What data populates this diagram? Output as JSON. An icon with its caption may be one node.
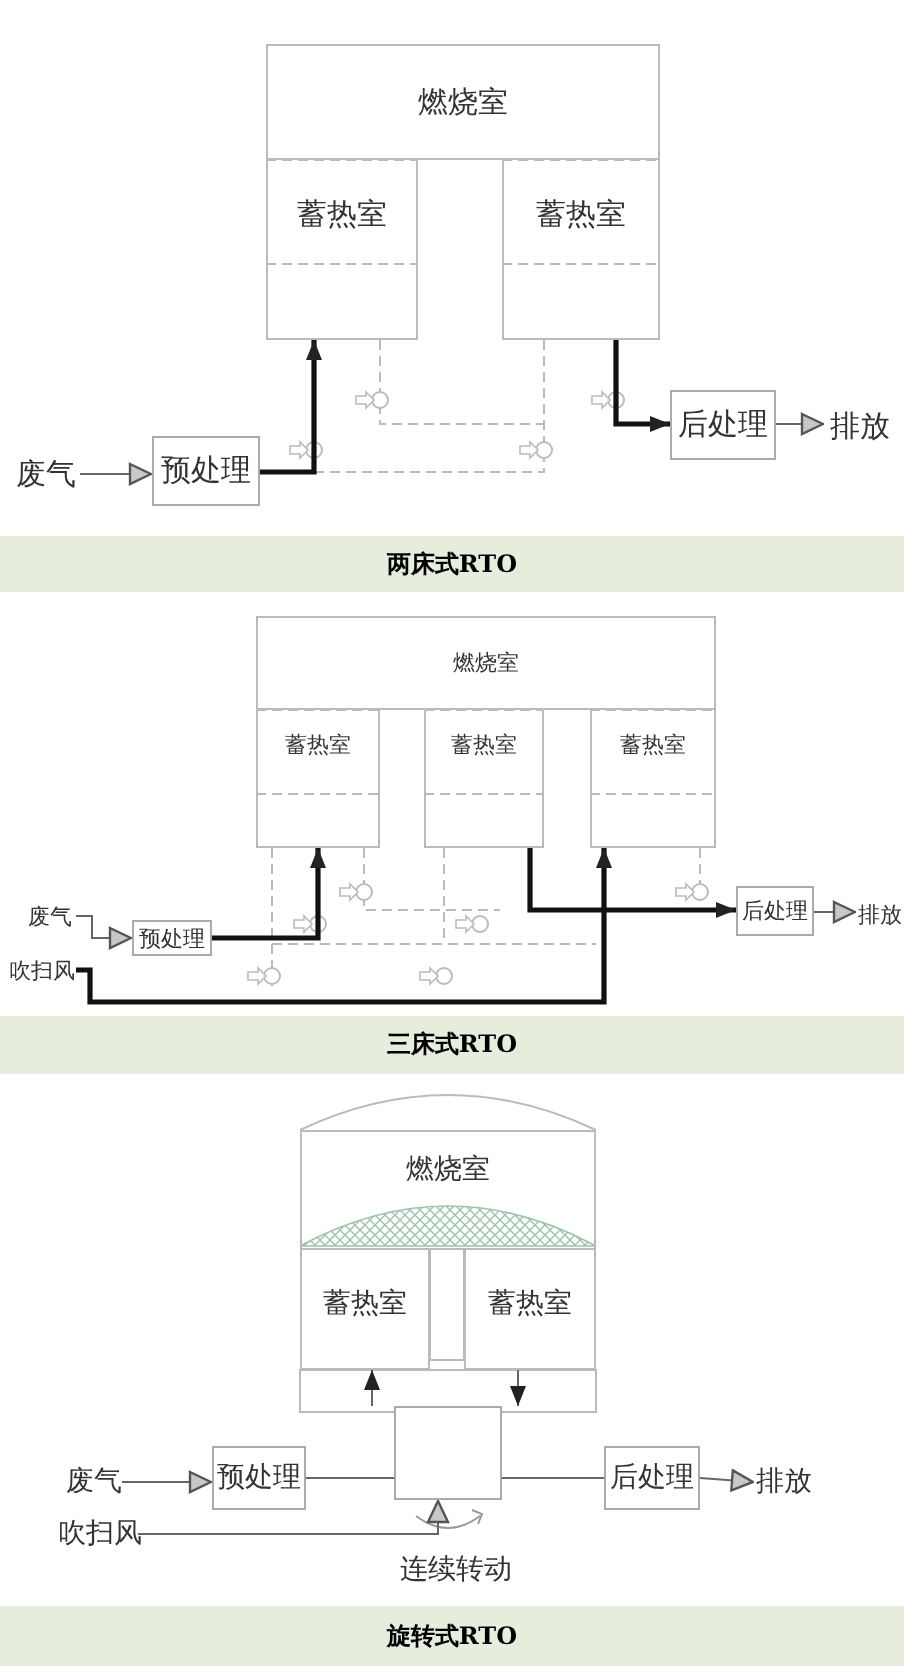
{
  "diagram": {
    "nodes": [
      {
        "text": [
          "燃烧室"
        ]
      },
      {
        "text": [
          "蓄热室"
        ]
      },
      {
        "text": [
          "蓄热室"
        ]
      },
      {
        "text": [
          "废气"
        ]
      },
      {
        "text": [
          "预处理"
        ]
      },
      {
        "text": [
          "后处理"
        ]
      },
      {
        "text": [
          "排放"
        ]
      },
      {
        "text": [
          "两床式RTO"
        ]
      },
      {
        "text": [
          "燃烧室"
        ]
      },
      {
        "text": [
          "蓄热室"
        ]
      },
      {
        "text": [
          "蓄热室"
        ]
      },
      {
        "text": [
          "蓄热室"
        ]
      },
      {
        "text": [
          "废气"
        ]
      },
      {
        "text": [
          "预处理"
        ]
      },
      {
        "text": [
          "吹扫风"
        ]
      },
      {
        "text": [
          "后处理"
        ]
      },
      {
        "text": [
          "排放"
        ]
      },
      {
        "text": [
          "三床式RTO"
        ]
      },
      {
        "text": [
          "燃烧室"
        ]
      },
      {
        "text": [
          "蓄热室"
        ]
      },
      {
        "text": [
          "蓄热室"
        ]
      },
      {
        "text": [],
        "shape": "box"
      },
      {
        "text": [
          "废气"
        ]
      },
      {
        "text": [
          "预处理"
        ]
      },
      {
        "text": [
          "吹扫风"
        ]
      },
      {
        "text": [
          "后处理"
        ]
      },
      {
        "text": [
          "排放"
        ]
      },
      {
        "text": [
          "旋转式RTO"
        ]
      }
    ],
    "edges": [
      {
        "from": 3,
        "to": 4,
        "arrow": "to"
      },
      {
        "from": 4,
        "to": 1,
        "arrow": "to",
        "style": "thick"
      },
      {
        "from": 2,
        "to": 5,
        "arrow": "to",
        "style": "thick"
      },
      {
        "from": 5,
        "to": 6,
        "arrow": "to"
      },
      {
        "from": 12,
        "to": 13,
        "arrow": "to"
      },
      {
        "from": 13,
        "to": 9,
        "arrow": "to",
        "style": "thick"
      },
      {
        "from": 10,
        "to": 15,
        "arrow": "to",
        "style": "thick"
      },
      {
        "from": 14,
        "to": 11,
        "arrow": "to",
        "style": "thick"
      },
      {
        "from": 15,
        "to": 16,
        "arrow": "to"
      },
      {
        "from": 22,
        "to": 23,
        "arrow": "to"
      },
      {
        "from": 23,
        "to": 21,
        "arrow": "none"
      },
      {
        "from": 21,
        "to": 25,
        "arrow": "none"
      },
      {
        "from": 25,
        "to": 26,
        "arrow": "to"
      },
      {
        "from": 24,
        "to": 21,
        "arrow": "to"
      },
      {
        "from": 21,
        "to": 19,
        "arrow": "to"
      },
      {
        "from": 20,
        "to": 21,
        "arrow": "to"
      }
    ],
    "labels": [
      "连续转动"
    ]
  }
}
